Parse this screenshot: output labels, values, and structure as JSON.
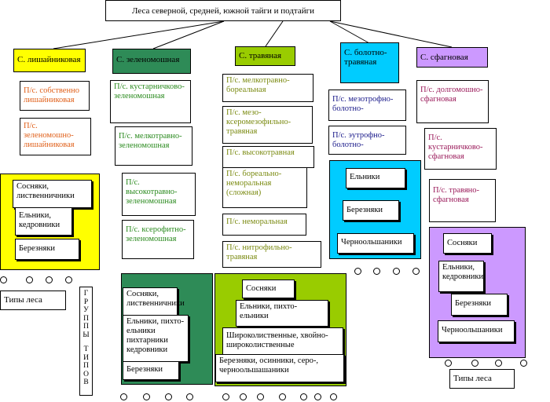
{
  "root": "Леса северной, средней, южной тайги и подтайги",
  "groups": {
    "g1": "С. лишайниковая",
    "g2": "С. зеленомошная",
    "g3": "С. травяная",
    "g4": "С. болотно-травяная",
    "g5": "С. сфагновая"
  },
  "g1_sub": [
    "П/с. собственно лишайниковая",
    "П/с. зеленомошно-лишайниковая"
  ],
  "g2_sub": [
    "П/с. кустарничково-зеленомошная",
    "П/с. мелкотравно-зеленомошная",
    "П/с. высокотравно-зеленомошная",
    "П/с. ксерофитно-зеленомошная"
  ],
  "g3_sub": [
    "П/с. мелкотравно-бореальная",
    "П/с. мезо-ксеромезофильно-травяная",
    "П/с. высокотравная",
    "П/с. бореально-неморальная (сложная)",
    "П/с. неморальная",
    "П/с. нитрофильно-травяная"
  ],
  "g4_sub": [
    "П/с. мезотрофно-болотно-",
    "П/с. эутрофно-болотно-"
  ],
  "g5_sub": [
    "П/с. долгомошно-сфагновая",
    "П/с. кустарничково-сфагновая",
    "П/с. травяно-сфагновая"
  ],
  "types1": [
    "Сосняки, лиственничники",
    "Ельники, кедровники",
    "Березняки"
  ],
  "types2": [
    "Сосняки, лиственничники",
    "Ельники, пихто-ельники пихтарники кедровники",
    "Березняки"
  ],
  "types3": [
    "Сосняки",
    "Ельники, пихто-ельники",
    "Широколиственные, хвойно-широколиственные",
    "Березняки, осинники, серо-, черноольшашаники"
  ],
  "types4": [
    "Ельники",
    "Березняки",
    "Черноольшаники"
  ],
  "types5": [
    "Сосняки",
    "Ельники, кедровники",
    "Березняки",
    "Черноольшаники"
  ],
  "forest_types_left": "Типы леса",
  "forest_types_right": "Типы леса",
  "groups_of_types": [
    "Г",
    "Р",
    "У",
    "П",
    "П",
    "Ы",
    "",
    "Т",
    "И",
    "П",
    "О",
    "В"
  ],
  "colors": {
    "lichen": "#ffff00",
    "greenmoss": "#2e8b57",
    "herb": "#99cc00",
    "bog": "#00ccff",
    "sphagnum": "#cc99ff"
  }
}
